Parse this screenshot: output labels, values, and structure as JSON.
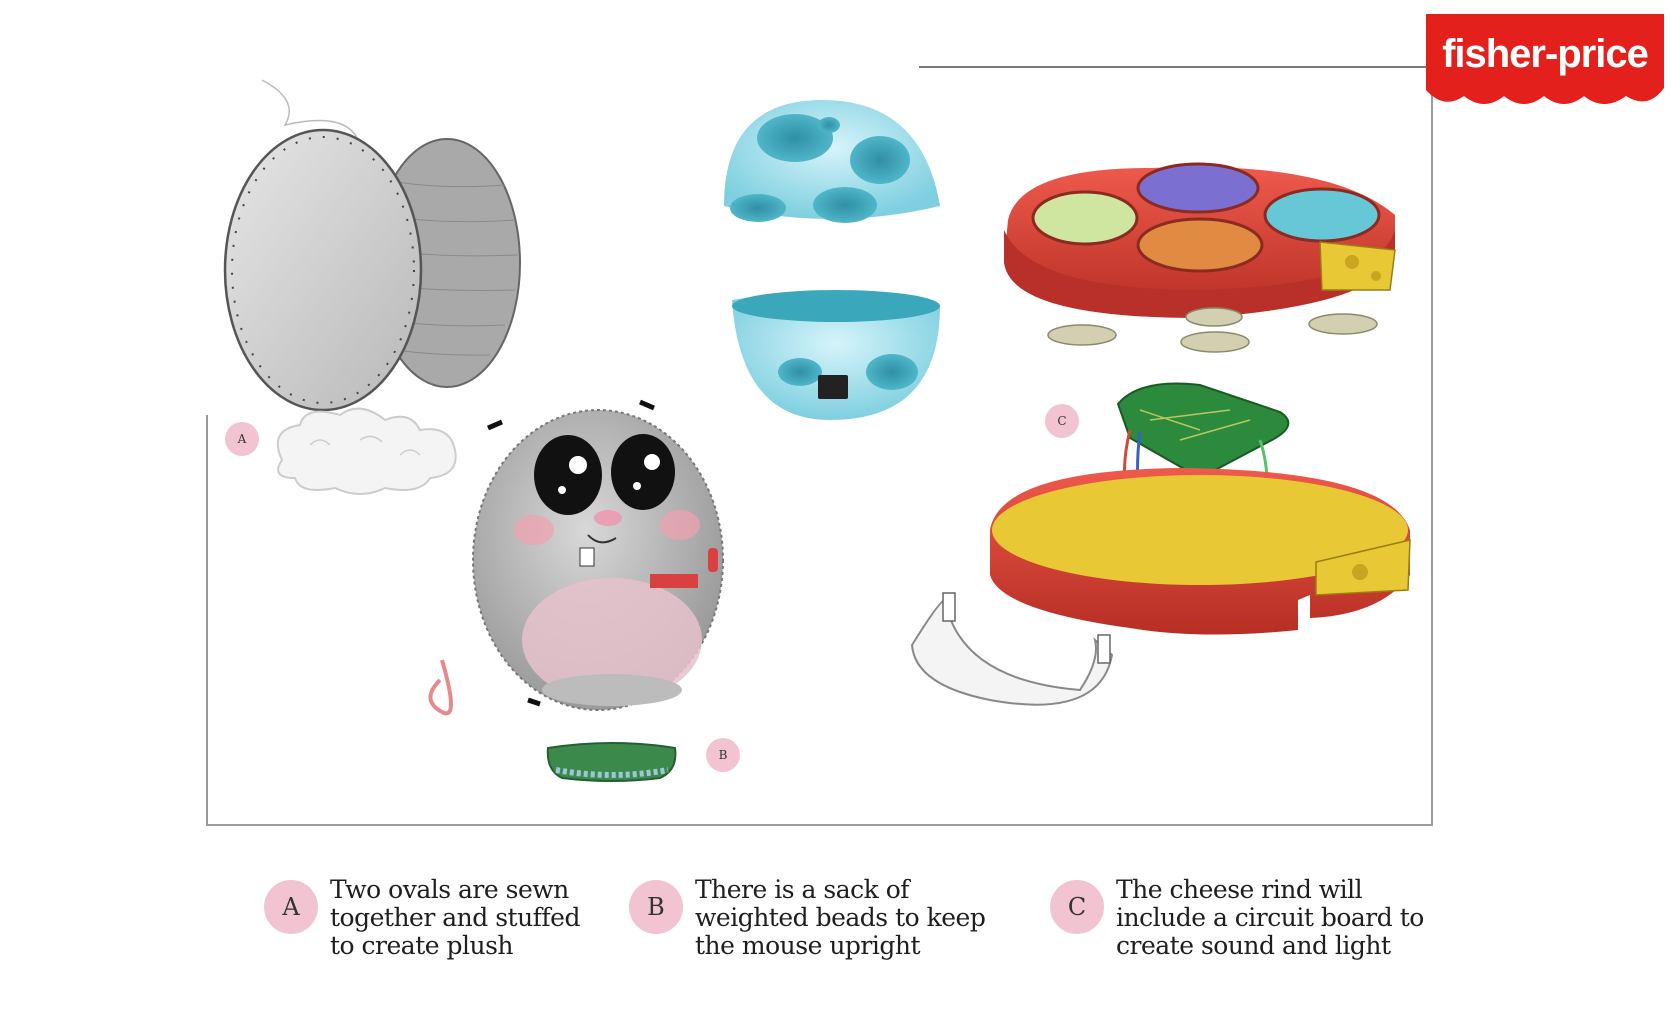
{
  "brand": {
    "logo_text": "fisher-price",
    "color": "#e3201b"
  },
  "colors": {
    "marker_pink": "#f2c4d2",
    "tray_red": "#d84035",
    "tray_yellow": "#e8c835",
    "pcb_green": "#2c8a3c",
    "ball_blue": "#8fdbe8"
  },
  "markers": {
    "a_small": "A",
    "b_small": "B",
    "c_small": "C"
  },
  "legend": [
    {
      "letter": "A",
      "text": [
        "Two ovals are sewn",
        "together and stuffed",
        "to create plush"
      ]
    },
    {
      "letter": "B",
      "text": [
        "There is a sack of",
        "weighted beads to keep",
        "the mouse upright"
      ]
    },
    {
      "letter": "C",
      "text": [
        "The cheese rind will",
        "include a circuit board to",
        "create sound and light"
      ]
    }
  ]
}
